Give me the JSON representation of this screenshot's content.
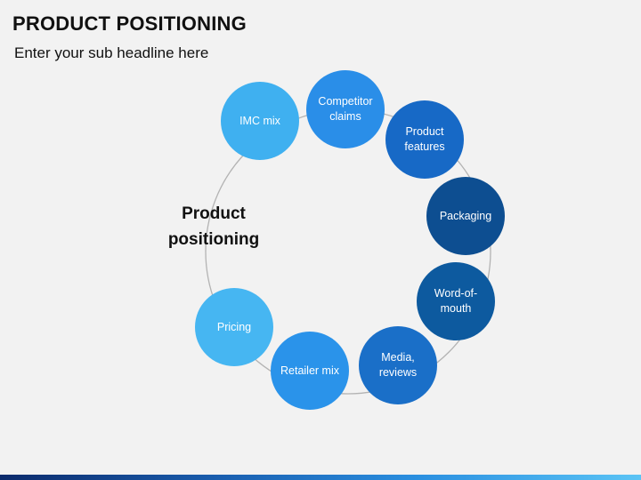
{
  "header": {
    "title": "PRODUCT POSITIONING",
    "subtitle": "Enter your sub headline here"
  },
  "diagram": {
    "center_label_line1": "Product",
    "center_label_line2": "positioning",
    "ring_color": "#b3b3b3",
    "nodes": [
      {
        "id": "imc-mix",
        "label": "IMC mix",
        "color": "#3fb0f0"
      },
      {
        "id": "competitor-claims",
        "label": "Competitor claims",
        "color": "#2a8ee8"
      },
      {
        "id": "product-features",
        "label": "Product features",
        "color": "#1769c6"
      },
      {
        "id": "packaging",
        "label": "Packaging",
        "color": "#0d4e91"
      },
      {
        "id": "word-of-mouth",
        "label": "Word-of-mouth",
        "color": "#0d5a9f"
      },
      {
        "id": "media-reviews",
        "label": "Media, reviews",
        "color": "#1a6fc8"
      },
      {
        "id": "retailer-mix",
        "label": "Retailer mix",
        "color": "#2a93ea"
      },
      {
        "id": "pricing",
        "label": "Pricing",
        "color": "#46b6f2"
      }
    ]
  }
}
